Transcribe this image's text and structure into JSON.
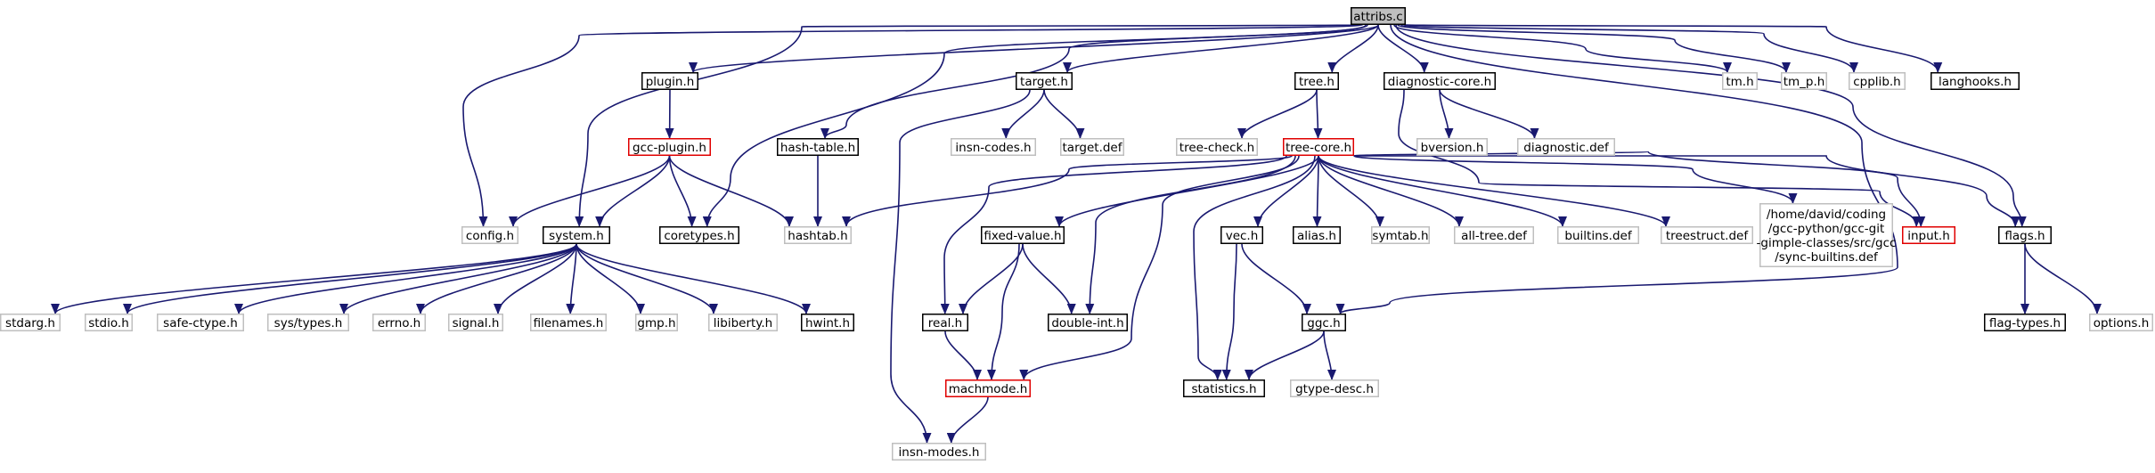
{
  "diagram": {
    "colors": {
      "edge": "#191970",
      "root_fill": "#bfbfbf",
      "linked_border": "#000000",
      "unlinked_border": "#bfbfbf",
      "truncated_border": "#e00000"
    },
    "nodes": [
      {
        "id": "attribs_c",
        "lines": [
          "attribs.c"
        ],
        "style": "root"
      },
      {
        "id": "config_h",
        "lines": [
          "config.h"
        ],
        "style": "gray"
      },
      {
        "id": "system_h",
        "lines": [
          "system.h"
        ],
        "style": "black"
      },
      {
        "id": "plugin_h",
        "lines": [
          "plugin.h"
        ],
        "style": "black"
      },
      {
        "id": "gcc_plugin_h",
        "lines": [
          "gcc-plugin.h"
        ],
        "style": "red"
      },
      {
        "id": "coretypes_h",
        "lines": [
          "coretypes.h"
        ],
        "style": "black"
      },
      {
        "id": "hash_table_h",
        "lines": [
          "hash-table.h"
        ],
        "style": "black"
      },
      {
        "id": "hashtab_h",
        "lines": [
          "hashtab.h"
        ],
        "style": "gray"
      },
      {
        "id": "target_h",
        "lines": [
          "target.h"
        ],
        "style": "black"
      },
      {
        "id": "insn_codes_h",
        "lines": [
          "insn-codes.h"
        ],
        "style": "gray"
      },
      {
        "id": "target_def",
        "lines": [
          "target.def"
        ],
        "style": "gray"
      },
      {
        "id": "insn_modes_h",
        "lines": [
          "insn-modes.h"
        ],
        "style": "gray"
      },
      {
        "id": "tree_h",
        "lines": [
          "tree.h"
        ],
        "style": "black"
      },
      {
        "id": "tree_check_h",
        "lines": [
          "tree-check.h"
        ],
        "style": "gray"
      },
      {
        "id": "tree_core_h",
        "lines": [
          "tree-core.h"
        ],
        "style": "red"
      },
      {
        "id": "diagnostic_core_h",
        "lines": [
          "diagnostic-core.h"
        ],
        "style": "black"
      },
      {
        "id": "bversion_h",
        "lines": [
          "bversion.h"
        ],
        "style": "gray"
      },
      {
        "id": "diagnostic_def",
        "lines": [
          "diagnostic.def"
        ],
        "style": "gray"
      },
      {
        "id": "tm_h",
        "lines": [
          "tm.h"
        ],
        "style": "gray"
      },
      {
        "id": "tm_p_h",
        "lines": [
          "tm_p.h"
        ],
        "style": "gray"
      },
      {
        "id": "cpplib_h",
        "lines": [
          "cpplib.h"
        ],
        "style": "gray"
      },
      {
        "id": "langhooks_h",
        "lines": [
          "langhooks.h"
        ],
        "style": "black"
      },
      {
        "id": "stdarg_h",
        "lines": [
          "stdarg.h"
        ],
        "style": "gray"
      },
      {
        "id": "stdio_h",
        "lines": [
          "stdio.h"
        ],
        "style": "gray"
      },
      {
        "id": "safe_ctype_h",
        "lines": [
          "safe-ctype.h"
        ],
        "style": "gray"
      },
      {
        "id": "sys_types_h",
        "lines": [
          "sys/types.h"
        ],
        "style": "gray"
      },
      {
        "id": "errno_h",
        "lines": [
          "errno.h"
        ],
        "style": "gray"
      },
      {
        "id": "signal_h",
        "lines": [
          "signal.h"
        ],
        "style": "gray"
      },
      {
        "id": "filenames_h",
        "lines": [
          "filenames.h"
        ],
        "style": "gray"
      },
      {
        "id": "gmp_h",
        "lines": [
          "gmp.h"
        ],
        "style": "gray"
      },
      {
        "id": "libiberty_h",
        "lines": [
          "libiberty.h"
        ],
        "style": "gray"
      },
      {
        "id": "hwint_h",
        "lines": [
          "hwint.h"
        ],
        "style": "black"
      },
      {
        "id": "fixed_value_h",
        "lines": [
          "fixed-value.h"
        ],
        "style": "black"
      },
      {
        "id": "real_h",
        "lines": [
          "real.h"
        ],
        "style": "black"
      },
      {
        "id": "double_int_h",
        "lines": [
          "double-int.h"
        ],
        "style": "black"
      },
      {
        "id": "machmode_h",
        "lines": [
          "machmode.h"
        ],
        "style": "red"
      },
      {
        "id": "vec_h",
        "lines": [
          "vec.h"
        ],
        "style": "black"
      },
      {
        "id": "alias_h",
        "lines": [
          "alias.h"
        ],
        "style": "black"
      },
      {
        "id": "symtab_h",
        "lines": [
          "symtab.h"
        ],
        "style": "gray"
      },
      {
        "id": "all_tree_def",
        "lines": [
          "all-tree.def"
        ],
        "style": "gray"
      },
      {
        "id": "builtins_def",
        "lines": [
          "builtins.def"
        ],
        "style": "gray"
      },
      {
        "id": "treestruct_def",
        "lines": [
          "treestruct.def"
        ],
        "style": "gray"
      },
      {
        "id": "sync_builtins_def",
        "lines": [
          "/home/david/coding",
          "/gcc-python/gcc-git",
          "-gimple-classes/src/gcc",
          "/sync-builtins.def"
        ],
        "style": "gray"
      },
      {
        "id": "input_h",
        "lines": [
          "input.h"
        ],
        "style": "red"
      },
      {
        "id": "flags_h",
        "lines": [
          "flags.h"
        ],
        "style": "black"
      },
      {
        "id": "flag_types_h",
        "lines": [
          "flag-types.h"
        ],
        "style": "black"
      },
      {
        "id": "options_h",
        "lines": [
          "options.h"
        ],
        "style": "gray"
      },
      {
        "id": "ggc_h",
        "lines": [
          "ggc.h"
        ],
        "style": "black"
      },
      {
        "id": "statistics_h",
        "lines": [
          "statistics.h"
        ],
        "style": "black"
      },
      {
        "id": "gtype_desc_h",
        "lines": [
          "gtype-desc.h"
        ],
        "style": "gray"
      }
    ],
    "edges": [
      [
        "attribs_c",
        "config_h"
      ],
      [
        "attribs_c",
        "system_h"
      ],
      [
        "attribs_c",
        "plugin_h"
      ],
      [
        "attribs_c",
        "coretypes_h"
      ],
      [
        "attribs_c",
        "hash_table_h"
      ],
      [
        "attribs_c",
        "target_h"
      ],
      [
        "attribs_c",
        "tree_h"
      ],
      [
        "attribs_c",
        "diagnostic_core_h"
      ],
      [
        "attribs_c",
        "tm_h"
      ],
      [
        "attribs_c",
        "tm_p_h"
      ],
      [
        "attribs_c",
        "cpplib_h"
      ],
      [
        "attribs_c",
        "langhooks_h"
      ],
      [
        "attribs_c",
        "flags_h"
      ],
      [
        "attribs_c",
        "ggc_h"
      ],
      [
        "plugin_h",
        "gcc_plugin_h"
      ],
      [
        "gcc_plugin_h",
        "config_h"
      ],
      [
        "gcc_plugin_h",
        "system_h"
      ],
      [
        "gcc_plugin_h",
        "coretypes_h"
      ],
      [
        "gcc_plugin_h",
        "hashtab_h"
      ],
      [
        "system_h",
        "stdarg_h"
      ],
      [
        "system_h",
        "stdio_h"
      ],
      [
        "system_h",
        "safe_ctype_h"
      ],
      [
        "system_h",
        "sys_types_h"
      ],
      [
        "system_h",
        "errno_h"
      ],
      [
        "system_h",
        "signal_h"
      ],
      [
        "system_h",
        "filenames_h"
      ],
      [
        "system_h",
        "gmp_h"
      ],
      [
        "system_h",
        "libiberty_h"
      ],
      [
        "system_h",
        "hwint_h"
      ],
      [
        "hash_table_h",
        "hashtab_h"
      ],
      [
        "target_h",
        "insn_codes_h"
      ],
      [
        "target_h",
        "target_def"
      ],
      [
        "target_h",
        "insn_modes_h"
      ],
      [
        "tree_h",
        "tree_check_h"
      ],
      [
        "tree_h",
        "tree_core_h"
      ],
      [
        "diagnostic_core_h",
        "bversion_h"
      ],
      [
        "diagnostic_core_h",
        "diagnostic_def"
      ],
      [
        "diagnostic_core_h",
        "input_h"
      ],
      [
        "tree_core_h",
        "hashtab_h"
      ],
      [
        "tree_core_h",
        "real_h"
      ],
      [
        "tree_core_h",
        "fixed_value_h"
      ],
      [
        "tree_core_h",
        "double_int_h"
      ],
      [
        "tree_core_h",
        "machmode_h"
      ],
      [
        "tree_core_h",
        "statistics_h"
      ],
      [
        "tree_core_h",
        "vec_h"
      ],
      [
        "tree_core_h",
        "alias_h"
      ],
      [
        "tree_core_h",
        "symtab_h"
      ],
      [
        "tree_core_h",
        "all_tree_def"
      ],
      [
        "tree_core_h",
        "builtins_def"
      ],
      [
        "tree_core_h",
        "treestruct_def"
      ],
      [
        "tree_core_h",
        "sync_builtins_def"
      ],
      [
        "tree_core_h",
        "input_h"
      ],
      [
        "tree_core_h",
        "flags_h"
      ],
      [
        "fixed_value_h",
        "real_h"
      ],
      [
        "fixed_value_h",
        "double_int_h"
      ],
      [
        "fixed_value_h",
        "machmode_h"
      ],
      [
        "real_h",
        "machmode_h"
      ],
      [
        "machmode_h",
        "insn_modes_h"
      ],
      [
        "vec_h",
        "statistics_h"
      ],
      [
        "vec_h",
        "ggc_h"
      ],
      [
        "ggc_h",
        "statistics_h"
      ],
      [
        "ggc_h",
        "gtype_desc_h"
      ],
      [
        "flags_h",
        "flag_types_h"
      ],
      [
        "flags_h",
        "options_h"
      ]
    ]
  }
}
